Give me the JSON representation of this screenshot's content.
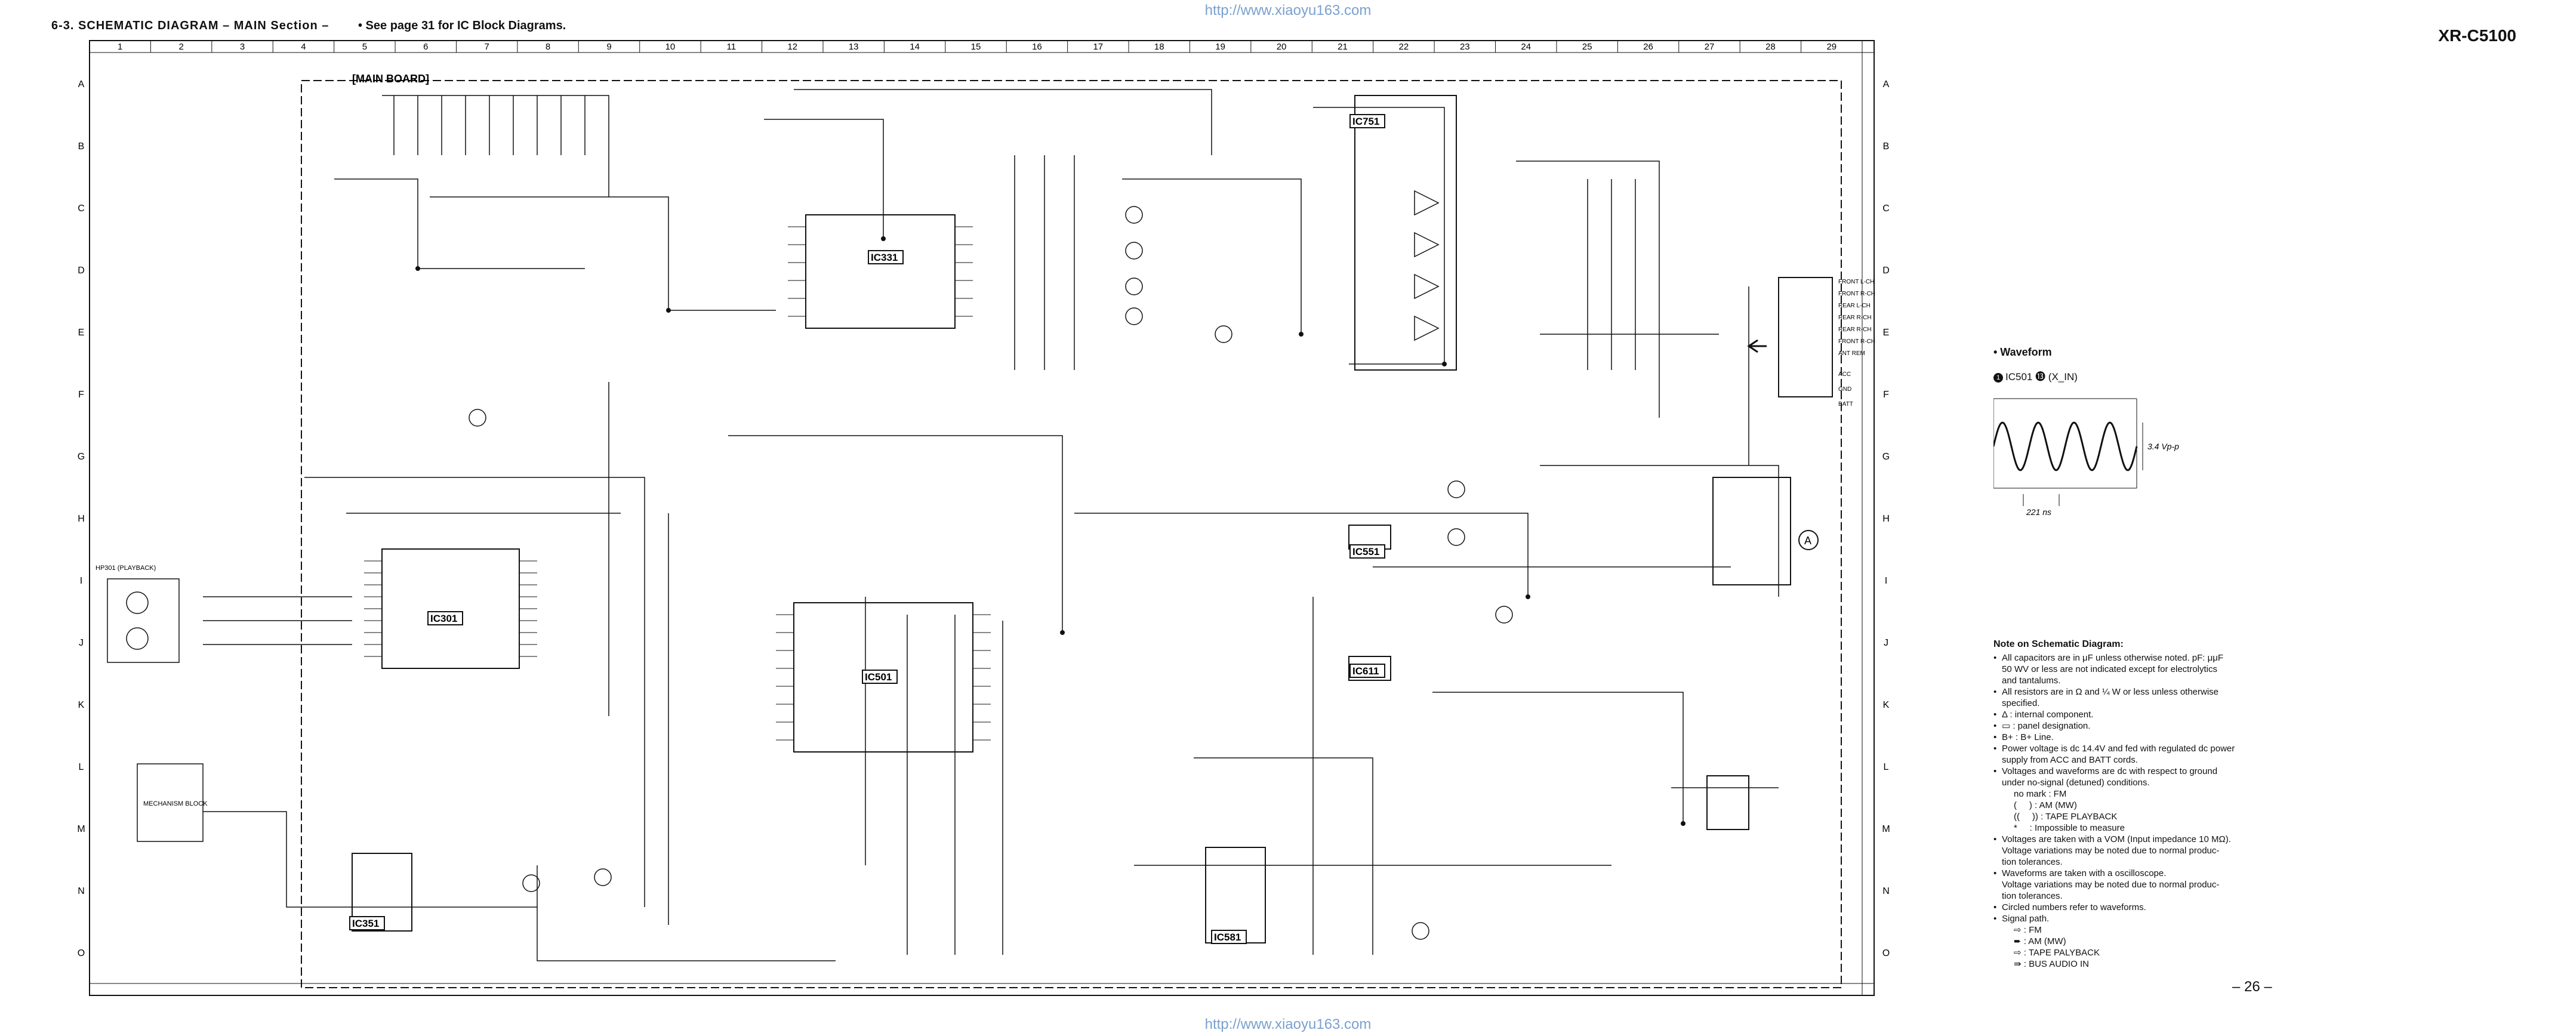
{
  "header": {
    "title": "6-3.   SCHEMATIC  DIAGRAM  – MAIN Section –",
    "note": "• See page 31 for IC Block Diagrams.",
    "model": "XR-C5100",
    "watermark": "http://www.xiaoyu163.com",
    "page_number": "– 26 –"
  },
  "grid": {
    "columns": [
      "1",
      "2",
      "3",
      "4",
      "5",
      "6",
      "7",
      "8",
      "9",
      "10",
      "11",
      "12",
      "13",
      "14",
      "15",
      "16",
      "17",
      "18",
      "19",
      "20",
      "21",
      "22",
      "23",
      "24",
      "25",
      "26",
      "27",
      "28",
      "29"
    ],
    "rows": [
      "A",
      "B",
      "C",
      "D",
      "E",
      "F",
      "G",
      "H",
      "I",
      "J",
      "K",
      "L",
      "M",
      "N",
      "O"
    ]
  },
  "board_label": "[MAIN BOARD]",
  "components": [
    {
      "id": "ic751",
      "label": "IC751"
    },
    {
      "id": "ic331",
      "label": "IC331"
    },
    {
      "id": "ic301",
      "label": "IC301"
    },
    {
      "id": "ic501",
      "label": "IC501"
    },
    {
      "id": "ic551",
      "label": "IC551"
    },
    {
      "id": "ic611",
      "label": "IC611"
    },
    {
      "id": "ic351",
      "label": "IC351"
    },
    {
      "id": "ic581",
      "label": "IC581"
    }
  ],
  "blocks": {
    "mechanism": "MECHANISM BLOCK",
    "tape_head": "HP301 (PLAYBACK)",
    "connector_a": "A"
  },
  "connector_labels": [
    "FRONT L-CH",
    "FRONT R-CH",
    "REAR L-CH",
    "REAR R-CH",
    "REAR R-CH",
    "FRONT R-CH",
    "ANT REM",
    "ACC",
    "GND",
    "BATT"
  ],
  "waveform": {
    "heading": "• Waveform",
    "label": "IC501 ⓭ (X_IN)",
    "index": "1",
    "amplitude": "3.4 Vp-p",
    "period": "221 ns"
  },
  "notes": {
    "heading": "Note on Schematic Diagram:",
    "items": [
      "All capacitors are in μF unless otherwise noted. pF: μμF\n50 WV or less are not indicated except for electrolytics\nand tantalums.",
      "All resistors are in Ω and ¼ W or less unless otherwise\nspecified.",
      "Δ : internal component.",
      "▭ : panel designation.",
      "B+ : B+ Line.",
      "Power voltage is dc 14.4V and fed with regulated dc power\nsupply from ACC and BATT cords.",
      "Voltages and waveforms are dc with respect to ground\nunder no-signal (detuned) conditions.",
      "Voltages are taken with a VOM (Input impedance 10 MΩ).\nVoltage variations may be noted due to normal produc-\ntion tolerances.",
      "Waveforms are taken with a oscilloscope.\nVoltage variations may be noted due to normal produc-\ntion tolerances.",
      "Circled numbers refer to waveforms.",
      "Signal path."
    ],
    "conditions": [
      "no mark : FM",
      "(     ) : AM (MW)",
      "((     )) : TAPE PLAYBACK",
      "*     : Impossible to measure"
    ],
    "signal_paths": [
      ": FM",
      ": AM (MW)",
      ": TAPE PALYBACK",
      ": BUS AUDIO IN"
    ]
  }
}
